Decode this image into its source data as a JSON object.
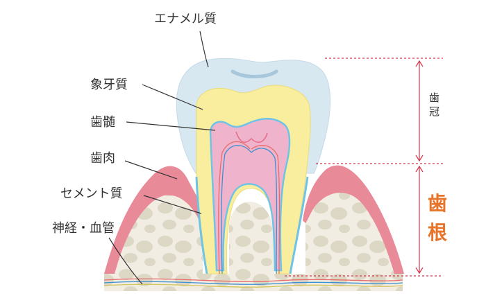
{
  "labels": {
    "enamel": "エナメル質",
    "dentin": "象牙質",
    "pulp": "歯髄",
    "gum": "歯肉",
    "cementum": "セメント質",
    "nerve": "神経・血管"
  },
  "regions": {
    "crown_char1": "歯",
    "crown_char2": "冠",
    "root_char1": "歯",
    "root_char2": "根"
  },
  "colors": {
    "enamel": "#d7e8f1",
    "dentin": "#f8ee9e",
    "pulp": "#efb3cb",
    "gum": "#e98a99",
    "bone": "#f0ece0",
    "cementum": "#6ec3e6",
    "accent": "#e8742a",
    "guide": "#d6344a"
  }
}
